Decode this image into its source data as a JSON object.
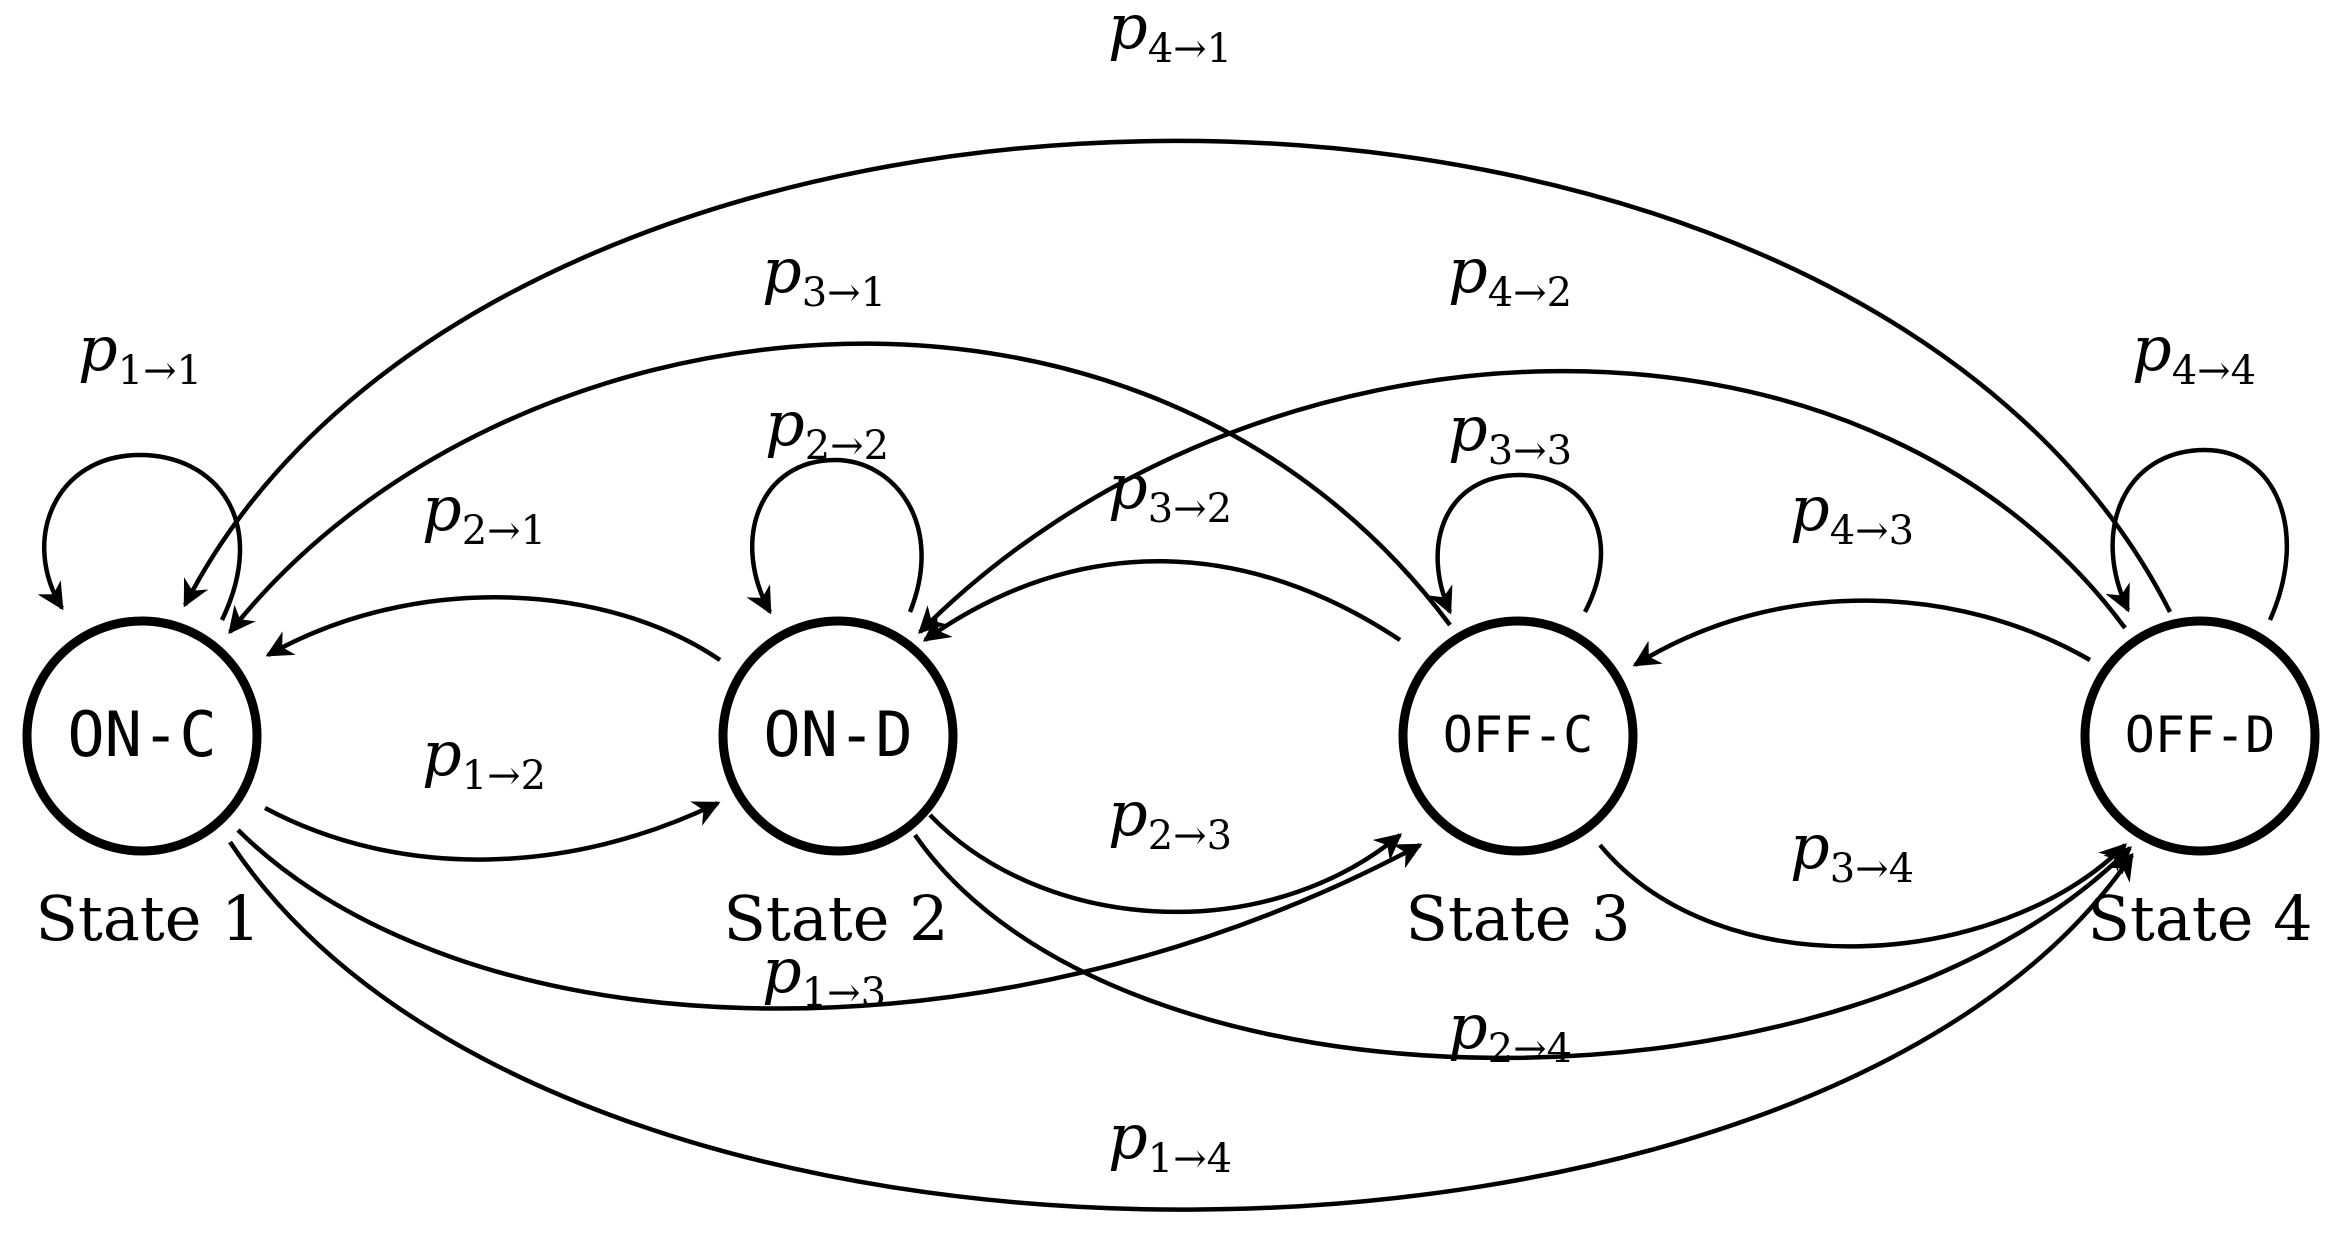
{
  "nodes": [
    {
      "id": "1",
      "label": "ON-C",
      "caption": "State 1"
    },
    {
      "id": "2",
      "label": "ON-D",
      "caption": "State 2"
    },
    {
      "id": "3",
      "label": "OFF-C",
      "caption": "State 3"
    },
    {
      "id": "4",
      "label": "OFF-D",
      "caption": "State 4"
    }
  ],
  "edges": [
    {
      "from": "1",
      "to": "1",
      "label": "p",
      "subscript": "1→1"
    },
    {
      "from": "2",
      "to": "2",
      "label": "p",
      "subscript": "2→2"
    },
    {
      "from": "3",
      "to": "3",
      "label": "p",
      "subscript": "3→3"
    },
    {
      "from": "4",
      "to": "4",
      "label": "p",
      "subscript": "4→4"
    },
    {
      "from": "2",
      "to": "1",
      "label": "p",
      "subscript": "2→1"
    },
    {
      "from": "1",
      "to": "2",
      "label": "p",
      "subscript": "1→2"
    },
    {
      "from": "3",
      "to": "2",
      "label": "p",
      "subscript": "3→2"
    },
    {
      "from": "2",
      "to": "3",
      "label": "p",
      "subscript": "2→3"
    },
    {
      "from": "4",
      "to": "3",
      "label": "p",
      "subscript": "4→3"
    },
    {
      "from": "3",
      "to": "4",
      "label": "p",
      "subscript": "3→4"
    },
    {
      "from": "1",
      "to": "3",
      "label": "p",
      "subscript": "1→3"
    },
    {
      "from": "3",
      "to": "1",
      "label": "p",
      "subscript": "3→1"
    },
    {
      "from": "2",
      "to": "4",
      "label": "p",
      "subscript": "2→4"
    },
    {
      "from": "4",
      "to": "2",
      "label": "p",
      "subscript": "4→2"
    },
    {
      "from": "1",
      "to": "4",
      "label": "p",
      "subscript": "1→4"
    },
    {
      "from": "4",
      "to": "1",
      "label": "p",
      "subscript": "4→1"
    }
  ]
}
